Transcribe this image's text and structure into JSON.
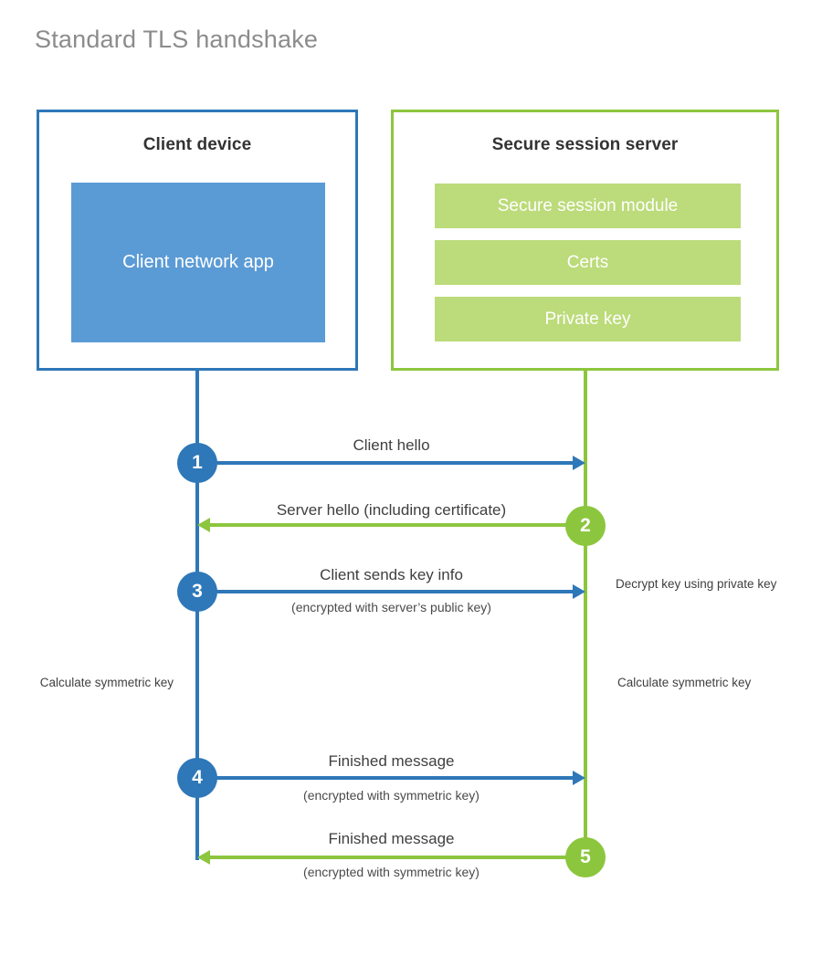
{
  "title": "Standard TLS handshake",
  "colors": {
    "blue_accent": "#2E77B8",
    "blue_fill": "#5B9BD5",
    "green_accent": "#8CC63E",
    "green_fill": "#BCDB7A",
    "title_gray": "#8C8C8C",
    "heading_gray": "#333333",
    "background": "#FFFFFF"
  },
  "parties": {
    "client": {
      "title": "Client device",
      "blocks": [
        "Client network app"
      ]
    },
    "server": {
      "title": "Secure session server",
      "blocks": [
        "Secure session module",
        "Certs",
        "Private key"
      ]
    }
  },
  "steps": [
    {
      "number": "1",
      "label": "Client hello",
      "sublabel": "",
      "direction": "client-to-server",
      "color": "blue"
    },
    {
      "number": "2",
      "label": "Server hello (including certificate)",
      "sublabel": "",
      "direction": "server-to-client",
      "color": "green"
    },
    {
      "number": "3",
      "label": "Client sends key info",
      "sublabel": "(encrypted with server’s public key)",
      "direction": "client-to-server",
      "color": "blue"
    },
    {
      "number": "4",
      "label": "Finished message",
      "sublabel": "(encrypted with symmetric key)",
      "direction": "client-to-server",
      "color": "blue"
    },
    {
      "number": "5",
      "label": "Finished message",
      "sublabel": "(encrypted with symmetric key)",
      "direction": "server-to-client",
      "color": "green"
    }
  ],
  "notes": {
    "server_decrypt": "Decrypt key using private key",
    "client_calculate": "Calculate symmetric key",
    "server_calculate": "Calculate symmetric key"
  }
}
